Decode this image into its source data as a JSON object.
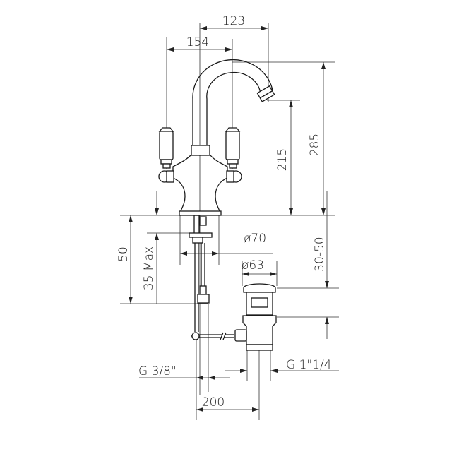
{
  "drawing": {
    "subject": "Basin mixer tap with pop-up waste - technical dimension drawing",
    "line_color": "#1a1a1a",
    "background": "#ffffff"
  },
  "dimensions": {
    "spout_reach": "123",
    "handle_to_center": "154",
    "outlet_height": "215",
    "total_height": "285",
    "base_diameter": "ø70",
    "waste_diameter": "ø63",
    "deck_thickness": "50",
    "max_deck": "35 Max",
    "waste_range": "30-50",
    "supply_thread": "G 3/8\"",
    "waste_thread": "G 1\"1/4",
    "tap_to_waste": "200"
  }
}
